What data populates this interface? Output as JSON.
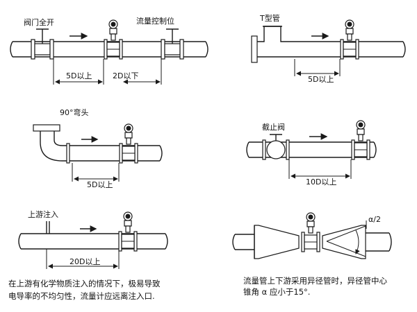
{
  "panels": {
    "p1": {
      "valve_label": "阀门全开",
      "flow_label": "流量控制位",
      "dim_left": "5D以上",
      "dim_right": "2D以下"
    },
    "p2": {
      "tee_label": "T型管",
      "dim": "5D以上"
    },
    "p3": {
      "elbow_label": "90°弯头",
      "dim": "5D以上"
    },
    "p4": {
      "valve_label": "截止阀",
      "dim": "10D以上"
    },
    "p5": {
      "inject_label": "上游注入",
      "dim": "20D以上",
      "note_line1": "在上游有化学物质注入的情况下，极易导致",
      "note_line2": "电导率的不均匀性，流量计应远离注入口."
    },
    "p6": {
      "angle_label": "α/2",
      "note_line1": "流量管上下游采用异径管时，异径管中心",
      "note_line2": "锥角 α 应小于15°."
    }
  }
}
